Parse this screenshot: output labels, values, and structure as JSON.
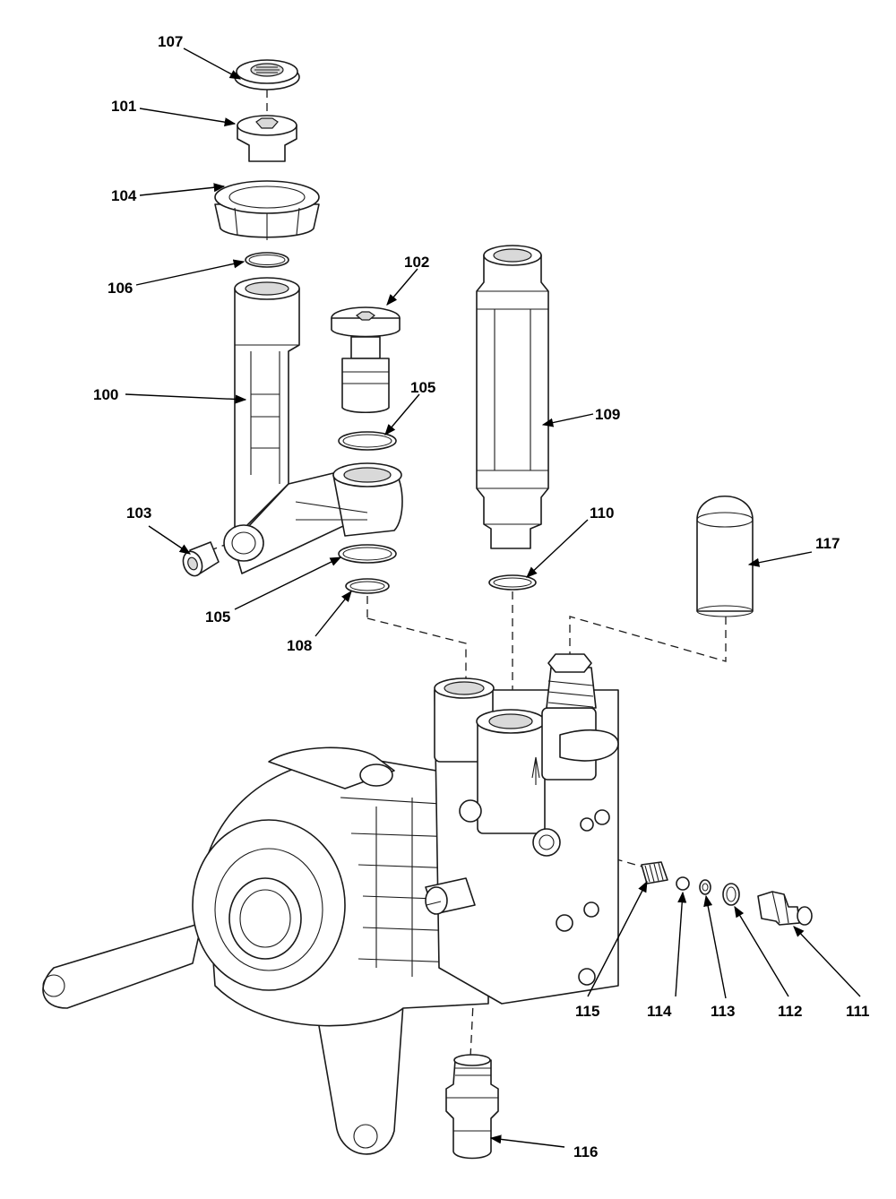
{
  "colors": {
    "line": "#1a1a1a",
    "background": "#ffffff",
    "shade": "#d9d9d9"
  },
  "labels": {
    "p100": "100",
    "p101": "101",
    "p102": "102",
    "p103": "103",
    "p104": "104",
    "p105a": "105",
    "p105b": "105",
    "p106": "106",
    "p107": "107",
    "p108": "108",
    "p109": "109",
    "p110": "110",
    "p111": "111",
    "p112": "112",
    "p113": "113",
    "p114": "114",
    "p115": "115",
    "p116": "116",
    "p117": "117"
  }
}
